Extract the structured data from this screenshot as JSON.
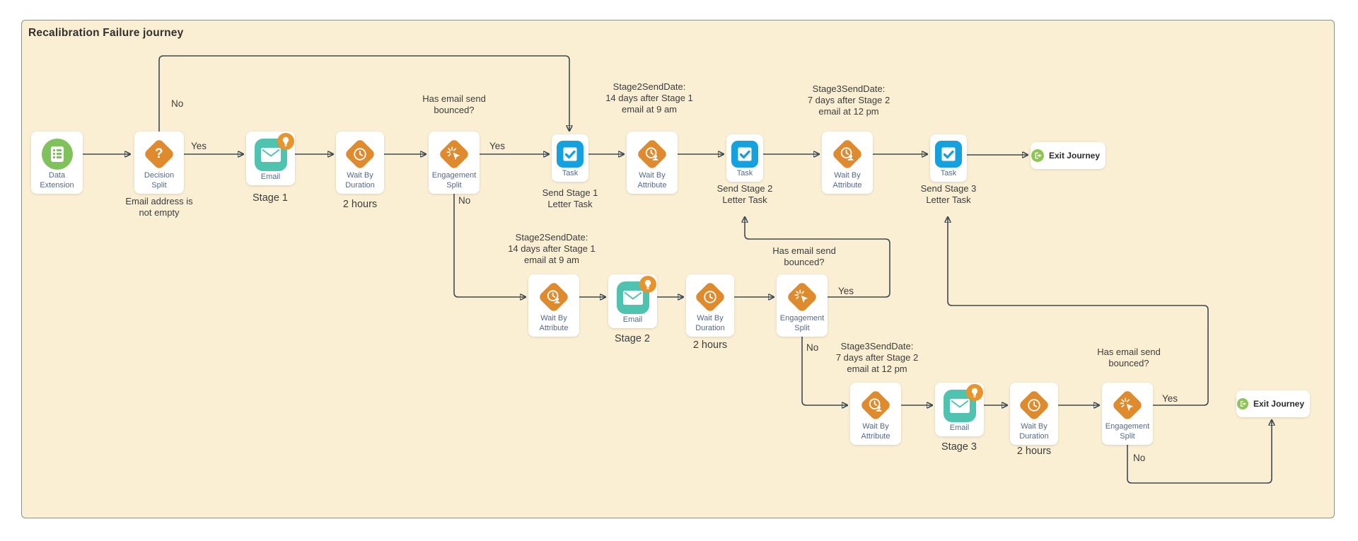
{
  "title": "Recalibration Failure journey",
  "colors": {
    "canvas_background": "#FAEED3",
    "container_border": "#8F9087",
    "node_orange": "#E08A2E",
    "badge_orange": "#E8932C",
    "email_teal": "#4EC3B0",
    "data_extension_green": "#7FC25B",
    "exit_green": "#8DC652",
    "task_blue": "#14A1DF",
    "connector": "#3E4A52",
    "node_label_blue": "#54698D",
    "caption_text": "#3D3D3D"
  },
  "nodes": {
    "data_extension": {
      "label": "Data Extension"
    },
    "decision_split": {
      "label": "Decision Split"
    },
    "email": {
      "label": "Email"
    },
    "wait_by_duration": {
      "label": "Wait By Duration"
    },
    "engagement_split": {
      "label": "Engagement Split"
    },
    "task": {
      "label": "Task"
    },
    "wait_by_attribute": {
      "label": "Wait By Attribute"
    },
    "exit_journey": {
      "label": "Exit Journey"
    }
  },
  "captions": {
    "email_not_empty": "Email address is\nnot empty",
    "stage_1": "Stage 1",
    "stage_2": "Stage 2",
    "stage_3": "Stage 3",
    "two_hours": "2 hours",
    "has_email_bounced": "Has email send\nbounced?",
    "send_stage_1_task": "Send Stage 1\nLetter Task",
    "send_stage_2_task": "Send Stage 2\nLetter Task",
    "send_stage_3_task": "Send Stage 3\nLetter Task",
    "stage2_send_date": "Stage2SendDate:\n14 days after Stage 1\nemail at 9 am",
    "stage3_send_date": "Stage3SendDate:\n7 days after Stage 2\nemail at 12 pm"
  },
  "edge_labels": {
    "yes": "Yes",
    "no": "No"
  },
  "icons": {
    "question_mark": "?"
  }
}
